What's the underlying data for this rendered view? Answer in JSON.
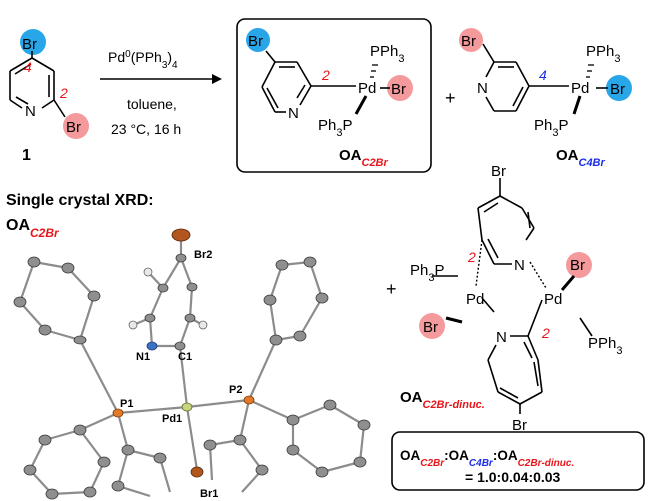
{
  "colors": {
    "c2_highlight": "#f49a9c",
    "c4_highlight": "#29a6e8",
    "locant_red": "#e8161b",
    "locant_blue": "#1b2ee8",
    "pd_atom": "#c9d47e",
    "br_atom": "#b0561e",
    "n_atom": "#3d72c8"
  },
  "reactant": {
    "br_top": "Br",
    "locant_4": "4",
    "locant_2": "2",
    "n": "N",
    "br_side": "Br",
    "compound_number": "1"
  },
  "conditions": {
    "catalyst_main": "Pd",
    "catalyst_sup": "0",
    "catalyst_tail": "(PPh",
    "catalyst_sub": "3",
    "catalyst_close": ")",
    "catalyst_sub2": "4",
    "solvent": "toluene,",
    "temp_time": "23 °C, 16 h"
  },
  "product_c2": {
    "br_ring": "Br",
    "locant": "2",
    "n": "N",
    "pd": "Pd",
    "br_pd": "Br",
    "pph3_top": "PPh",
    "pph3_top_sub": "3",
    "pph3_bottom": "Ph",
    "pph3_bottom_sub": "3",
    "pph3_bottom_tail": "P",
    "label_main": "OA",
    "label_sub": "C2Br"
  },
  "plus_1": "+",
  "product_c4": {
    "br_ring": "Br",
    "locant": "4",
    "n": "N",
    "pd": "Pd",
    "br_pd": "Br",
    "pph3_top": "PPh",
    "pph3_top_sub": "3",
    "pph3_bottom": "Ph",
    "pph3_bottom_sub": "3",
    "pph3_bottom_tail": "P",
    "label_main": "OA",
    "label_sub": "C4Br"
  },
  "xrd": {
    "heading": "Single crystal XRD:",
    "label_main": "OA",
    "label_sub": "C2Br",
    "atoms": {
      "br2": "Br2",
      "n1": "N1",
      "c1": "C1",
      "p1": "P1",
      "p2": "P2",
      "pd1": "Pd1",
      "br1": "Br1"
    }
  },
  "plus_2": "+",
  "dinuclear": {
    "br_top": "Br",
    "br_bottom": "Br",
    "n": "N",
    "locant": "2",
    "pd": "Pd",
    "ph3p": "Ph",
    "ph3p_sub": "3",
    "ph3p_tail": "P",
    "pph3": "PPh",
    "pph3_sub": "3",
    "br_pd": "Br",
    "label_main": "OA",
    "label_sub": "C2Br-dinuc."
  },
  "ratio": {
    "oa": "OA",
    "sub_c2": "C2Br",
    "sub_c4": "C4Br",
    "sub_dinuc": "C2Br-dinuc.",
    "colon": ":",
    "value": "= 1.0:0.04:0.03"
  }
}
